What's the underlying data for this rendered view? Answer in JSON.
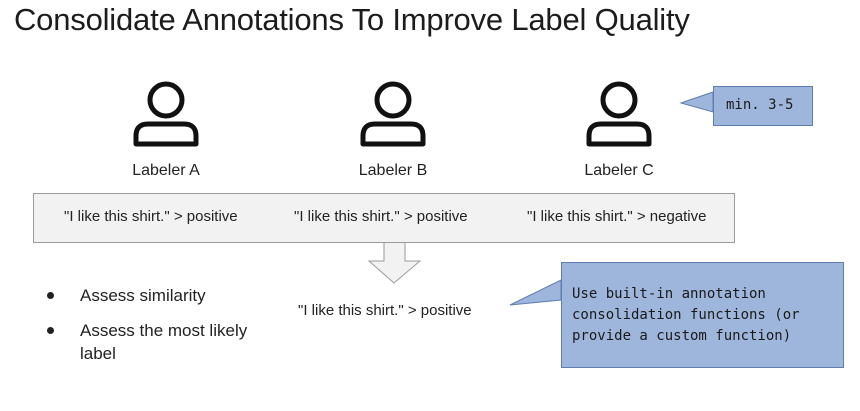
{
  "title": "Consolidate Annotations To Improve Label Quality",
  "labelers": [
    {
      "name": "Labeler A",
      "annotation": "\"I like this shirt.\" > positive"
    },
    {
      "name": "Labeler B",
      "annotation": "\"I like this shirt.\" > positive"
    },
    {
      "name": "Labeler C",
      "annotation": "\"I like this shirt.\" > negative"
    }
  ],
  "callout_min": "min. 3-5",
  "bullets": [
    "Assess similarity",
    "Assess the most likely label"
  ],
  "result": "\"I like this shirt.\" > positive",
  "callout_fn": "Use built-in annotation\nconsolidation functions (or\nprovide a custom function)",
  "colors": {
    "callout_fill": "#9fb6dc",
    "callout_border": "#5f7db0",
    "band_fill": "#f2f2f2",
    "band_border": "#9a9a9a"
  },
  "icons": [
    "person-icon",
    "down-arrow-icon"
  ]
}
